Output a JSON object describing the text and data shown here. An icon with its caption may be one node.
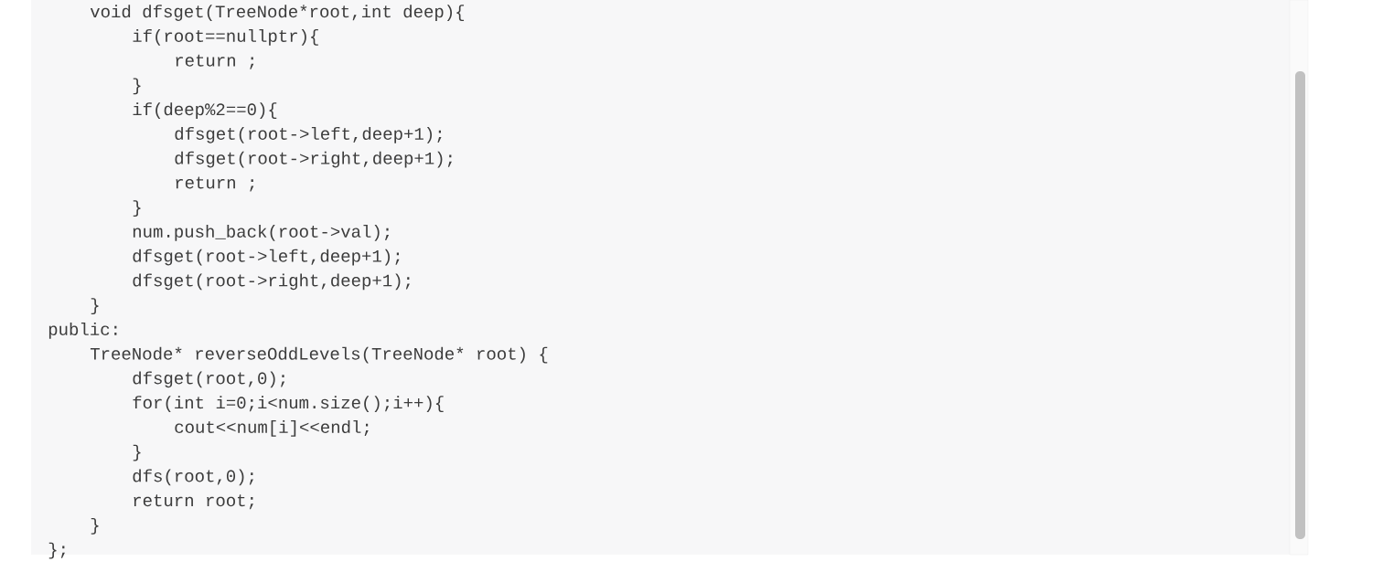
{
  "diagram": {
    "labels": [
      "void dfsget(TreeNode*root,int deep){",
      "if(root==nullptr){",
      "return ;",
      "}",
      "if(deep%2==0){",
      "dfsget(root->left,deep+1);",
      "dfsget(root->right,deep+1);",
      "return ;",
      "}",
      "num.push_back(root->val);",
      "dfsget(root->left,deep+1);",
      "dfsget(root->right,deep+1);",
      "}",
      "public:",
      "TreeNode* reverseOddLevels(TreeNode* root) {",
      "dfsget(root,0);",
      "for(int i=0;i<num.size();i++){",
      "cout<<num[i]<<endl;",
      "}",
      "dfs(root,0);",
      "return root;",
      "}",
      "};"
    ]
  }
}
